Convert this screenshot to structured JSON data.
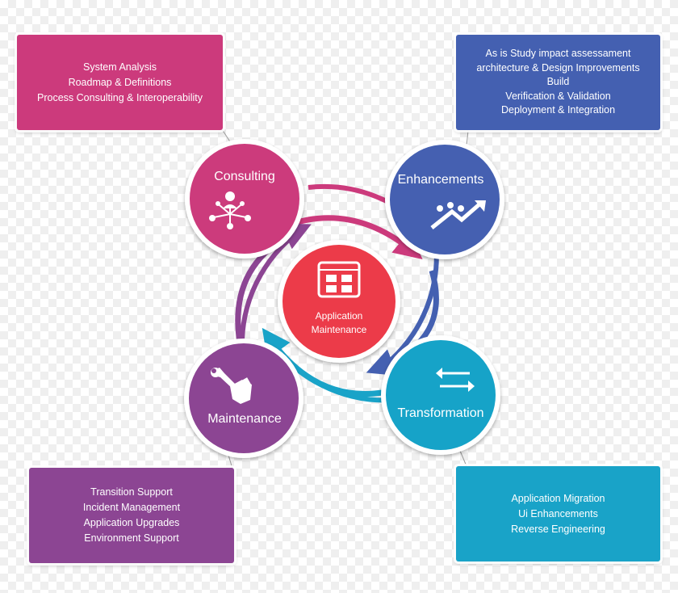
{
  "center": {
    "title_line1": "Application",
    "title_line2": "Maintenance",
    "icon": "app-window-icon"
  },
  "consulting": {
    "title": "Consulting",
    "icon": "network-person-icon",
    "items": [
      "System Analysis",
      "Roadmap & Definitions",
      "Process Consulting & Interoperability"
    ]
  },
  "enhancements": {
    "title": "Enhancements",
    "icon": "growth-arrow-icon",
    "items": [
      "As is Study impact assessament",
      "architecture & Design Improvements",
      "Build",
      "Verification & Validation",
      "Deployment & Integration"
    ]
  },
  "maintenance": {
    "title": "Maintenance",
    "icon": "wrench-hand-icon",
    "items": [
      "Transition Support",
      "Incident Management",
      "Application Upgrades",
      "Environment Support"
    ]
  },
  "transformation": {
    "title": "Transformation",
    "icon": "swap-arrows-icon",
    "items": [
      "Application Migration",
      "Ui Enhancements",
      "Reverse Engineering"
    ]
  },
  "colors": {
    "consulting": "#cc3a7c",
    "enhancements": "#4460b1",
    "maintenance": "#8c4593",
    "transformation": "#19a3c8",
    "center": "#ec3a48"
  }
}
